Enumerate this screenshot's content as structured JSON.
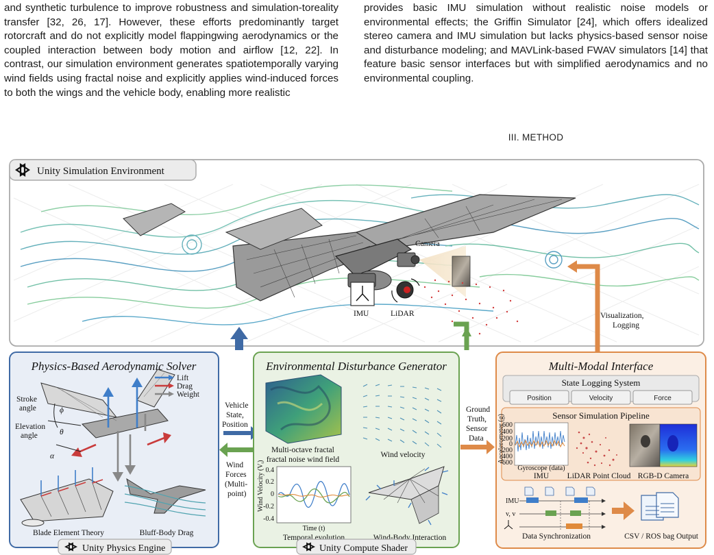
{
  "text": {
    "left_paragraph": "and synthetic turbulence to improve robustness and simulation-toreality transfer [32, 26, 17]. However, these efforts predominantly target rotorcraft and do not explicitly model flappingwing aerodynamics or the coupled interaction between body motion and airflow [12, 22]. In contrast, our simulation environment generates spatiotemporally varying wind fields using fractal noise and explicitly applies wind-induced forces to both the wings and the vehicle body, enabling more realistic",
    "right_paragraph": "provides basic IMU simulation without realistic noise models or environmental effects; the Griffin Simulator [24], which offers idealized stereo camera and IMU simulation but lacks physics-based sensor noise and disturbance modeling; and MAVLink-based FWAV simulators [14] that feature basic sensor interfaces but with simplified aerodynamics and no environmental coupling.",
    "section_heading": "III. METHOD"
  },
  "figure": {
    "top_panel": {
      "title": "Unity Simulation Environment",
      "camera": "Camera",
      "imu": "IMU",
      "lidar": "LiDAR"
    },
    "arrows": {
      "vehicle_state_1": "Vehicle",
      "vehicle_state_2": "State,",
      "vehicle_state_3": "Position",
      "wind_forces_1": "Wind",
      "wind_forces_2": "Forces",
      "wind_forces_3": "(Multi-",
      "wind_forces_4": "point)",
      "ground_truth_1": "Ground",
      "ground_truth_2": "Truth,",
      "ground_truth_3": "Sensor",
      "ground_truth_4": "Data",
      "visualization_1": "Visualization,",
      "visualization_2": "Logging"
    },
    "physics_panel": {
      "title": "Physics-Based Aerodynamic Solver",
      "legend_lift": "Lift",
      "legend_drag": "Drag",
      "legend_weight": "Weight",
      "stroke_1": "Stroke",
      "stroke_2": "angle",
      "elevation_1": "Elevation",
      "elevation_2": "angle",
      "phi": "ϕ",
      "theta": "θ",
      "alpha": "α",
      "blade": "Blade Element Theory",
      "bluff": "Bluff-Body Drag",
      "engine": "Unity Physics Engine"
    },
    "env_panel": {
      "title": "Environmental Disturbance Generator",
      "fractal_1": "Multi-octave fractal",
      "fractal_2": "fractal noise wind field",
      "wind_velocity": "Wind velocity",
      "temporal": "Temporal evolution",
      "wind_body": "Wind-Body Interaction",
      "plot_ylabel": "Wind Velocity (V",
      "plot_ylabel_sub": "t",
      "plot_ylabel_end": ")",
      "plot_xlabel": "Time (t)",
      "ticks": [
        "0.4",
        "0.2",
        "0",
        "-0.2",
        "-0.4"
      ],
      "engine": "Unity Compute Shader"
    },
    "interface_panel": {
      "title": "Multi-Modal Interface",
      "state_logging": "State Logging System",
      "position": "Position",
      "velocity": "Velocity",
      "force": "Force",
      "pipeline": "Sensor Simulation Pipeline",
      "imu_plot_ylabel": "Accelerometer (g)",
      "imu_plot_xlabel": "Gyroscope (data)",
      "imu_ticks": [
        "600",
        "400",
        "200",
        "0",
        "-200",
        "-400",
        "-600"
      ],
      "imu": "IMU",
      "lidar_cloud": "LiDAR Point Cloud",
      "rgbd": "RGB-D Camera",
      "sync_imu": "IMU",
      "sync_v": "v, v",
      "data_sync": "Data Synchronization",
      "csv_ros": "CSV / ROS bag Output"
    }
  }
}
